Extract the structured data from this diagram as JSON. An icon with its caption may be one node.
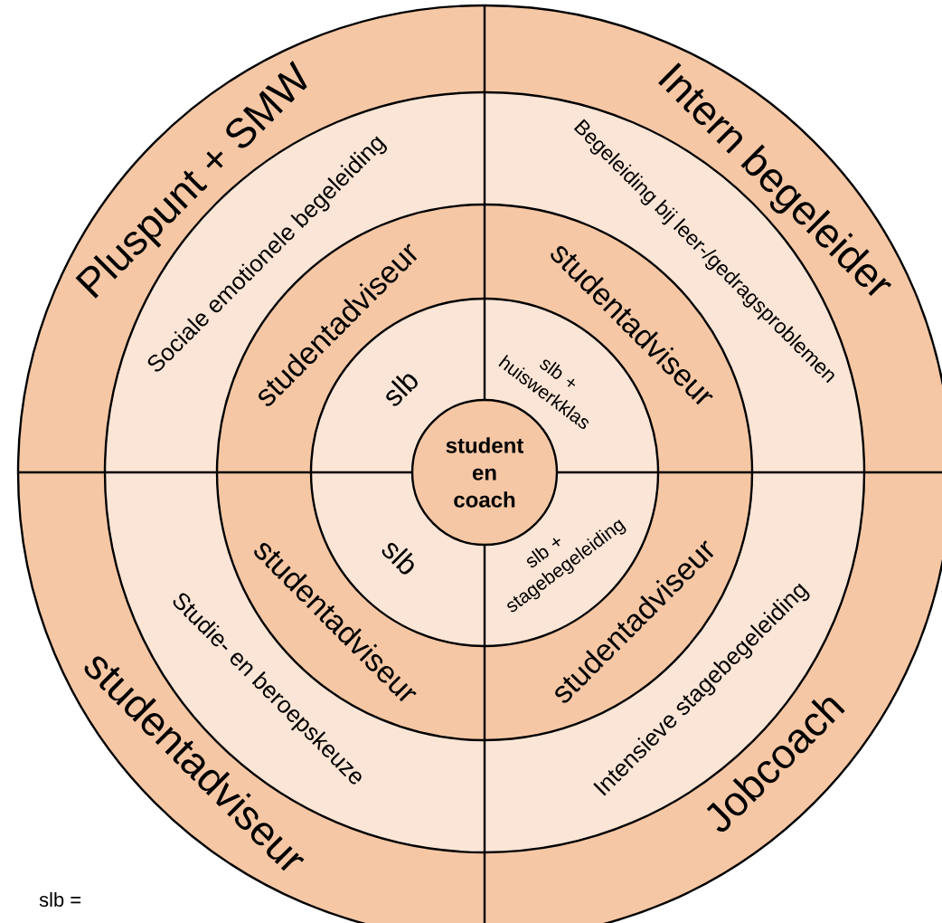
{
  "diagram": {
    "nodes": [
      {
        "text": [
          "student en coach"
        ]
      },
      {
        "text": [
          "slb"
        ]
      },
      {
        "text": [
          "slb + huiswerkklas"
        ]
      },
      {
        "text": [
          "slb"
        ]
      },
      {
        "text": [
          "slb + stagebegeleiding"
        ]
      },
      {
        "text": [
          "studentadviseur"
        ]
      },
      {
        "text": [
          "studentadviseur"
        ]
      },
      {
        "text": [
          "studentadviseur"
        ]
      },
      {
        "text": [
          "studentadviseur"
        ]
      },
      {
        "text": [
          "Sociale emotionele begeleiding"
        ]
      },
      {
        "text": [
          "Begeleiding bij leer-/gedragsproblemen"
        ]
      },
      {
        "text": [
          "Studie- en beroepskeuze"
        ]
      },
      {
        "text": [
          "Intensieve stagebegeleiding"
        ]
      },
      {
        "text": [
          "Pluspunt + SMW"
        ]
      },
      {
        "text": [
          "Intern begeleider"
        ]
      },
      {
        "text": [
          "studentadviseur"
        ]
      },
      {
        "text": [
          "Jobcoach"
        ]
      }
    ],
    "labels": [
      "slb ="
    ]
  }
}
